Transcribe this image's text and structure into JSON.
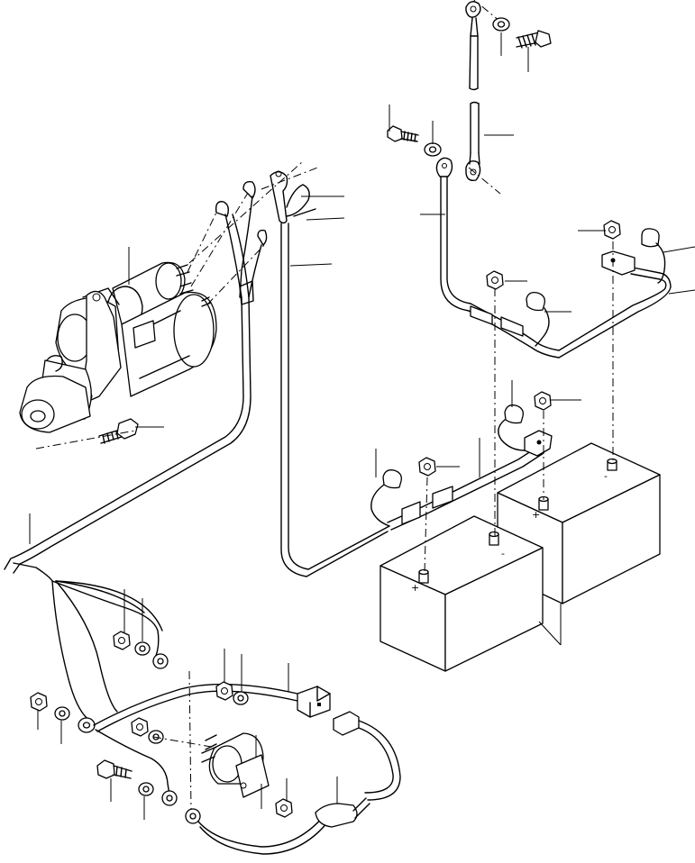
{
  "diagram": {
    "type": "parts-exploded-view",
    "components": [
      "starter-motor",
      "battery-left",
      "battery-right",
      "battery-relay",
      "connector",
      "fusible-link",
      "ground-cable",
      "battery-cables",
      "wiring-harness",
      "bolts",
      "nuts",
      "washers",
      "terminal-caps"
    ],
    "battery_polarity_marks": [
      "+",
      "-",
      "+",
      "-"
    ]
  }
}
